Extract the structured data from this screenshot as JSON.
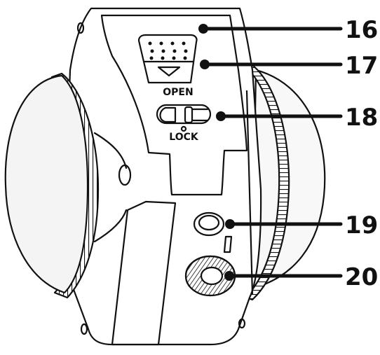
{
  "diagram": {
    "device_labels": {
      "open": "OPEN",
      "lock": "LOCK"
    },
    "callouts": [
      {
        "number": "16",
        "target": "battery-cover"
      },
      {
        "number": "17",
        "target": "cover-release-tab"
      },
      {
        "number": "18",
        "target": "lock-switch"
      },
      {
        "number": "19",
        "target": "screw-hole"
      },
      {
        "number": "20",
        "target": "tripod-socket"
      }
    ],
    "colors": {
      "line": "#111111",
      "background": "#ffffff",
      "lens_fill": "#f4f4f4"
    }
  }
}
